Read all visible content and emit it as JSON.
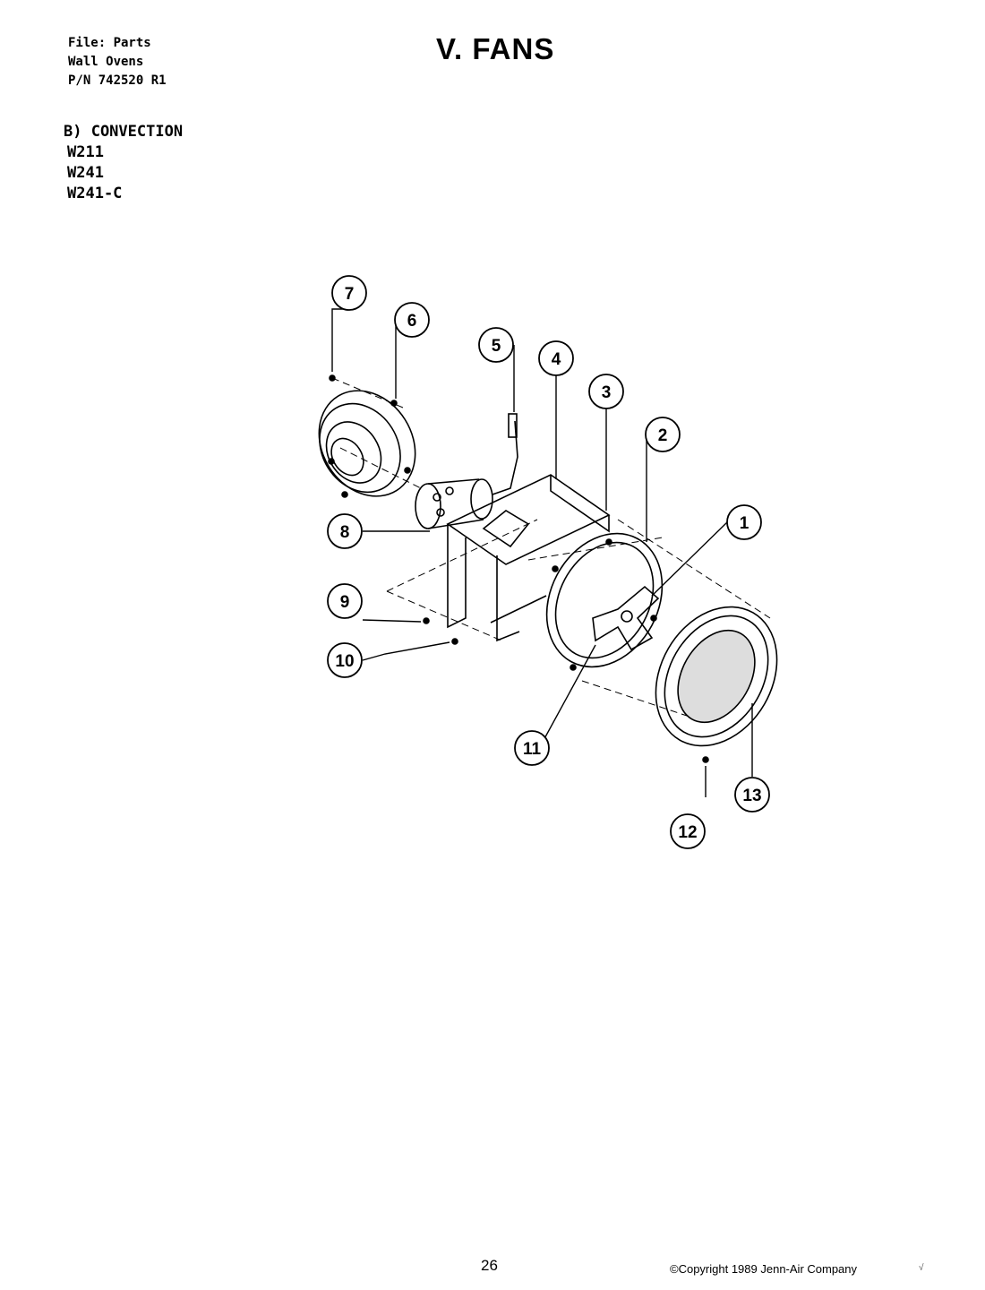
{
  "header": {
    "file_line": "File: Parts",
    "product_line": "Wall Ovens",
    "part_number_line": "P/N 742520 R1"
  },
  "title": "V. FANS",
  "section": {
    "heading": "B) CONVECTION",
    "models": [
      "W211",
      "W241",
      "W241-C"
    ]
  },
  "callouts": [
    "1",
    "2",
    "3",
    "4",
    "5",
    "6",
    "7",
    "8",
    "9",
    "10",
    "11",
    "12",
    "13"
  ],
  "footer": {
    "page_number": "26",
    "copyright": "©Copyright 1989 Jenn-Air Company",
    "mark": "√"
  }
}
